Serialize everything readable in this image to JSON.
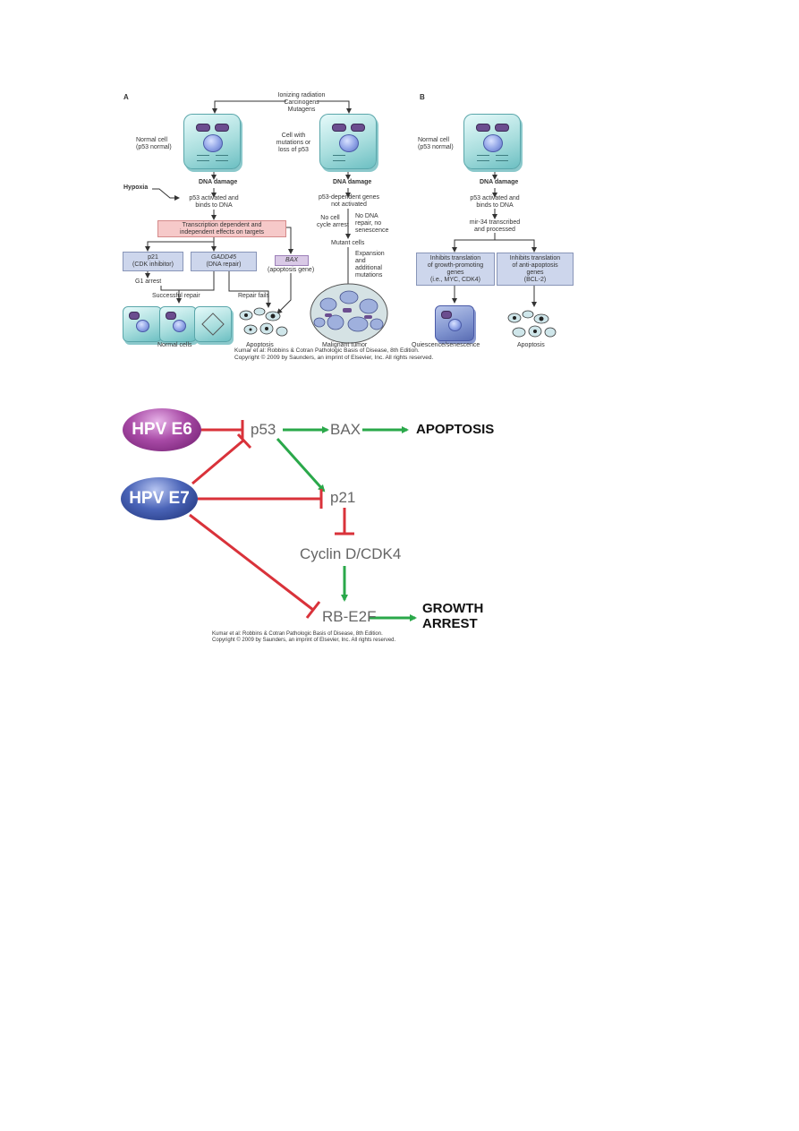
{
  "figure_a": {
    "panel_a_label": "A",
    "panel_b_label": "B",
    "stimuli": [
      "Ionizing radiation",
      "Carcinogens",
      "Mutagens"
    ],
    "left": {
      "normal_cell": [
        "Normal cell",
        "(p53 normal)"
      ],
      "dna_damage": "DNA damage",
      "hypoxia": "Hypoxia",
      "p53_activated": [
        "p53 activated and",
        "binds to DNA"
      ],
      "transcription_box": [
        "Transcription dependent and",
        "independent effects on targets"
      ],
      "p21_box": [
        "p21",
        "(CDK inhibitor)"
      ],
      "gadd45_box": [
        "GADD45",
        "(DNA repair)"
      ],
      "bax_box": "BAX",
      "bax_caption": "(apoptosis gene)",
      "g1_arrest": "G1 arrest",
      "successful_repair": "Successful repair",
      "repair_fails": "Repair fails",
      "normal_cells": "Normal cells",
      "apoptosis": "Apoptosis"
    },
    "middle": {
      "cell_label": [
        "Cell with",
        "mutations or",
        "loss of p53"
      ],
      "dna_damage": "DNA damage",
      "p53_genes": [
        "p53-dependent genes",
        "not activated"
      ],
      "no_cell_cycle": [
        "No cell",
        "cycle arrest"
      ],
      "no_dna_repair": [
        "No DNA",
        "repair, no",
        "senescence"
      ],
      "mutant_cells": "Mutant cells",
      "expansion": [
        "Expansion",
        "and",
        "additional",
        "mutations"
      ],
      "malignant_tumor": "Malignant tumor"
    },
    "right": {
      "normal_cell": [
        "Normal cell",
        "(p53 normal)"
      ],
      "dna_damage": "DNA damage",
      "p53_activated": [
        "p53 activated and",
        "binds to DNA"
      ],
      "mir34": [
        "mir-34 transcribed",
        "and processed"
      ],
      "inhibit_growth_box": [
        "Inhibits translation",
        "of growth-promoting",
        "genes",
        "(i.e., MYC, CDK4)"
      ],
      "inhibit_antiapop_box": [
        "Inhibits translation",
        "of anti-apoptosis",
        "genes",
        "(BCL-2)"
      ],
      "quiescence": "Quiescence/senescence",
      "apoptosis": "Apoptosis"
    },
    "copyright": [
      "Kumar et al: Robbins & Cotran Pathologic Basis of Disease, 8th Edition.",
      "Copyright © 2009 by Saunders, an imprint of Elsevier, Inc. All rights reserved."
    ]
  },
  "figure_b": {
    "hpv_e6": "HPV E6",
    "hpv_e7": "HPV E7",
    "p53": "p53",
    "bax": "BAX",
    "apoptosis": "APOPTOSIS",
    "p21": "p21",
    "cyclin": "Cyclin D/CDK4",
    "rb": "RB-E2F",
    "growth": "GROWTH",
    "arrest": "ARREST",
    "copyright": [
      "Kumar et al: Robbins & Cotran Pathologic Basis of Disease, 8th Edition.",
      "Copyright © 2009 by Saunders, an imprint of Elsevier, Inc. All rights reserved."
    ]
  },
  "colors": {
    "activation": "#2aa84a",
    "inhibition": "#d9323a",
    "arrow": "#333333"
  }
}
